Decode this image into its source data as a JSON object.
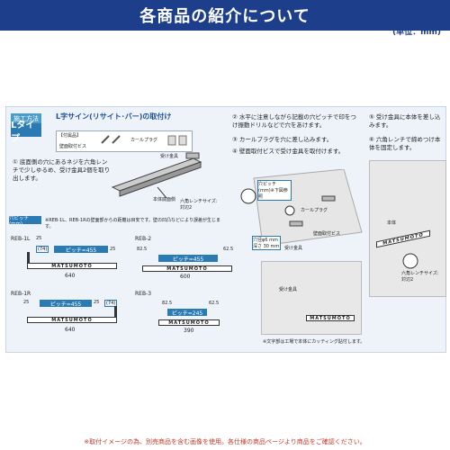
{
  "banner": {
    "title": "各商品の紹介について"
  },
  "unit": "(単位：mm)",
  "method": {
    "tag": "施工方法",
    "type": "Lタイプ",
    "heading": "L字サイン(リサイト･バー)の取付け"
  },
  "accessories": {
    "title": "【付属品】",
    "screw": "壁面取付ビス",
    "plug": "カールプラグ"
  },
  "steps_left": {
    "s1": "① 底面側の穴にあるネジを六角レンチで少しゆるめ、受け金具2個を取り出します。"
  },
  "steps_mid": {
    "s2": "② 水平に注意しながら記載の穴ピッチで印をつけ振動ドリルなどで穴をあけます。",
    "s3": "③ カールプラグを穴に差し込みます。",
    "s4": "④ 壁面取付ビスで受け金具を取付けます。"
  },
  "steps_right": {
    "s5": "⑤ 受け金具に本体を差し込みます。",
    "s6": "⑥ 六角レンチで締めつけ本体を固定します。"
  },
  "diagram_labels": {
    "receiver": "受け金具",
    "body_bottom": "本体底面側",
    "hex_wrench": "六角レンチサイズ:対辺2",
    "pitch_note": "穴ピッチ(mm)※下図参照",
    "hole_note": "穴径φ6 mm 深さ 30 mm",
    "curl_plug": "カールプラグ",
    "wall_screw": "壁面取付ビス",
    "body": "本体",
    "hex_wrench_r": "六角レンチサイズ:対辺2",
    "receiver2": "受け金具"
  },
  "pitch_section": {
    "tag": "穴ピッチ(mm)",
    "note": "※REB-1L、REB-1Rの壁面部からの距離は目安です。壁の凹凸などにより誤差が生じます。",
    "models": [
      {
        "name": "REB-1L",
        "left": "25",
        "right": "25",
        "pitch": "ピッチ=455",
        "width": "640",
        "edge": "(74)"
      },
      {
        "name": "REB-1R",
        "left": "25",
        "right": "25",
        "pitch": "ピッチ=455",
        "width": "640",
        "edge": "(74)"
      },
      {
        "name": "REB-2",
        "left": "82.5",
        "right": "62.5",
        "pitch": "ピッチ=455",
        "width": "600"
      },
      {
        "name": "REB-3",
        "left": "82.5",
        "right": "62.5",
        "pitch": "ピッチ=245",
        "width": "390"
      }
    ],
    "brand": "MATSUMOTO"
  },
  "footnote": "※文字部は工場で本体にカッティング貼付します。",
  "footer": "※取付イメージの為、別売商品を含む画像を使用。各仕様の商品ページより商品をご確認ください。"
}
